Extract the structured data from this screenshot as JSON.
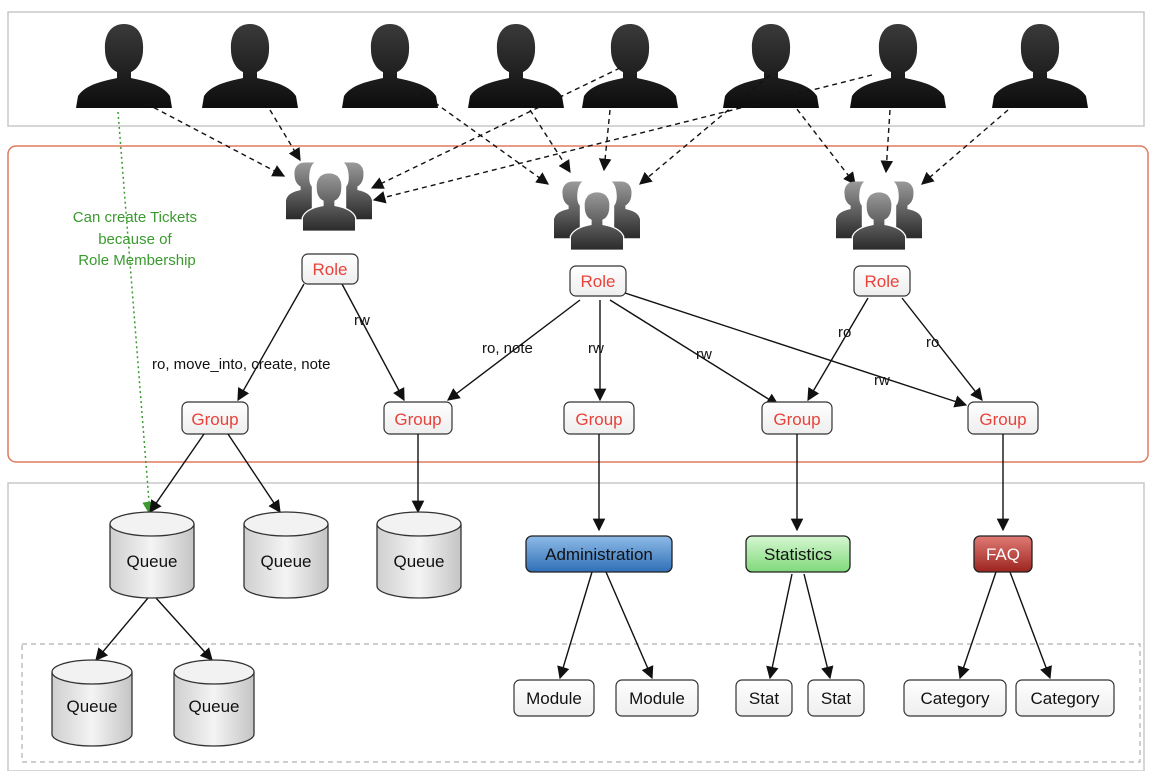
{
  "note": {
    "lines": [
      "Can create Tickets",
      "because of",
      "Role Membership"
    ]
  },
  "roles": [
    "Role",
    "Role",
    "Role"
  ],
  "edges": {
    "r1_g1": "ro, move_into, create, note",
    "r1_g2": "rw",
    "r2_g2": "ro, note",
    "r2_g3": "rw",
    "r2_g4": "rw",
    "r2_g5": "rw",
    "r3_g4": "ro",
    "r3_g5": "ro"
  },
  "groups": [
    "Group",
    "Group",
    "Group",
    "Group",
    "Group"
  ],
  "queues": [
    "Queue",
    "Queue",
    "Queue",
    "Queue",
    "Queue"
  ],
  "modules": {
    "administration": "Administration",
    "statistics": "Statistics",
    "faq": "FAQ"
  },
  "leaves": [
    "Module",
    "Module",
    "Stat",
    "Stat",
    "Category",
    "Category"
  ],
  "colors": {
    "role_text": "#e8423a",
    "note_green": "#3a9a2e",
    "administration": "#3f7fc4",
    "statistics": "#8ee08a",
    "faq": "#b5302c",
    "middle_border": "#e07a5f"
  }
}
